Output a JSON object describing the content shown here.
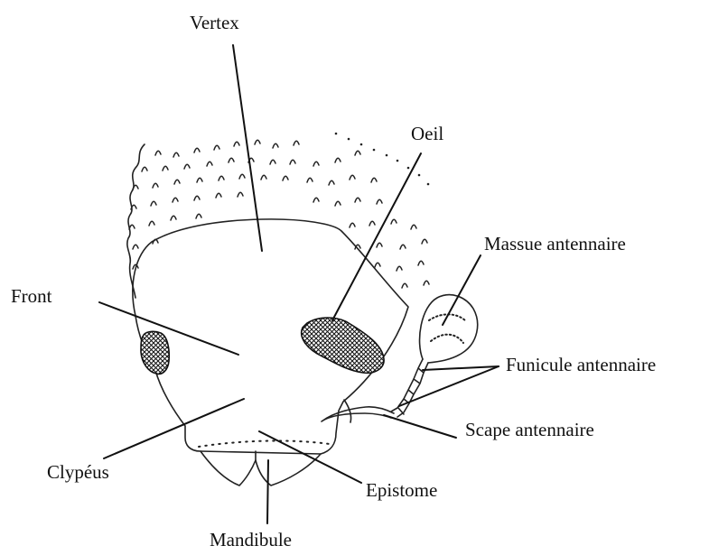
{
  "diagram": {
    "labels": {
      "vertex": "Vertex",
      "oeil": "Oeil",
      "massue": "Massue antennaire",
      "front": "Front",
      "funicule": "Funicule antennaire",
      "scape": "Scape antennaire",
      "clypeus": "Clypéus",
      "epistome": "Epistome",
      "mandibule": "Mandibule"
    },
    "colors": {
      "ink": "#111111",
      "background": "#ffffff"
    }
  }
}
